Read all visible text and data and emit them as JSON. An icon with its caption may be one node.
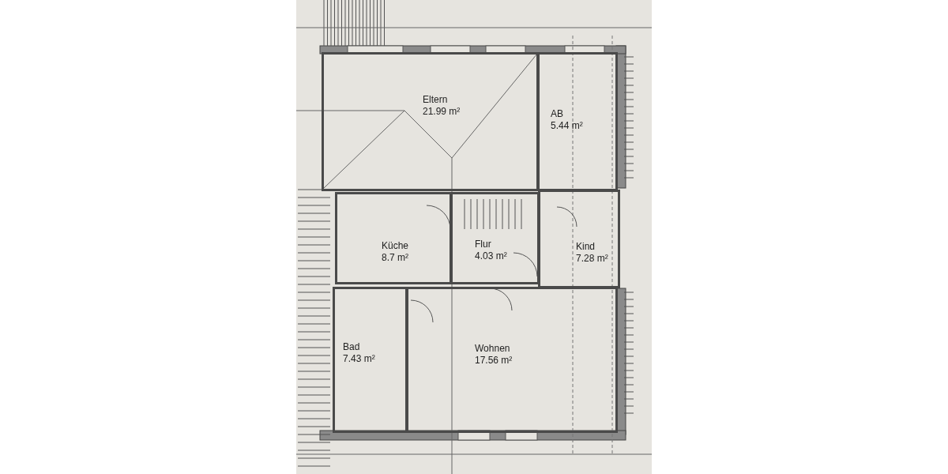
{
  "diagram": {
    "nodes": [
      {
        "text": [
          "Eltern",
          "21.99 m²"
        ]
      },
      {
        "text": [
          "AB",
          "5.44 m²"
        ]
      },
      {
        "text": [
          "Küche",
          "8.7 m²"
        ]
      },
      {
        "text": [
          "Flur",
          "4.03 m²"
        ]
      },
      {
        "text": [
          "Kind",
          "7.28 m²"
        ]
      },
      {
        "text": [
          "Bad",
          "7.43 m²"
        ]
      },
      {
        "text": [
          "Wohnen",
          "17.56 m²"
        ]
      }
    ]
  }
}
